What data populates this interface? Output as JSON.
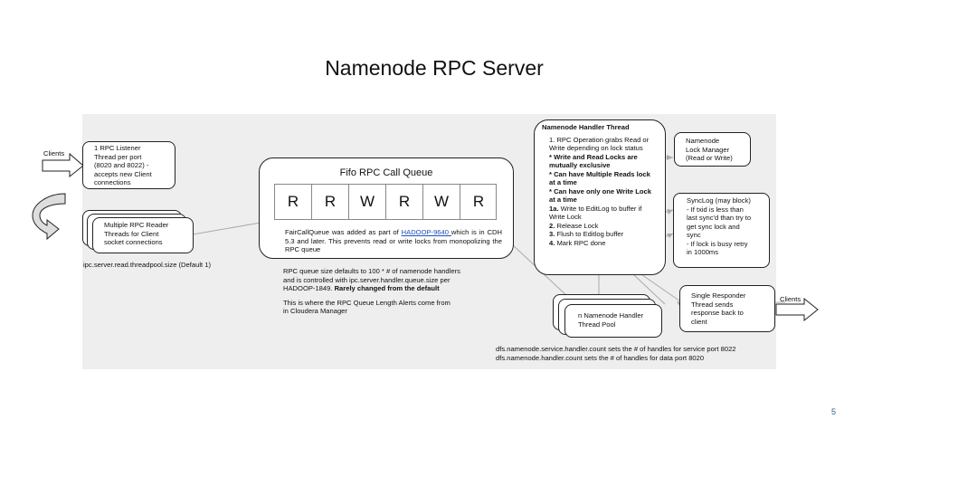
{
  "title": "Namenode RPC Server",
  "page_number": "5",
  "clients_left": "Clients",
  "clients_right": "Clients",
  "listener": [
    "1 RPC Listener",
    "Thread per port",
    "(8020 and 8022) -",
    "accepts new Client",
    "connections"
  ],
  "readers": [
    "Multiple RPC Reader",
    "Threads for Client",
    "socket connections"
  ],
  "readers_note": "ipc.server.read.threadpool.size   (Default 1)",
  "queue": {
    "title": "Fifo RPC Call Queue",
    "cells": [
      "R",
      "R",
      "W",
      "R",
      "W",
      "R"
    ],
    "note_prefix": "FairCallQueue  was  added  as part of ",
    "note_link": "HADOOP-9640 ",
    "note_suffix": "which  is in CDH 5.3 and later.  This prevents  read or write locks from monopolizing  the RPC queue"
  },
  "queue_info": {
    "line1": "RPC queue size defaults  to 100  * # of namenode  handlers",
    "line2": "and is controlled with ipc.server.handler.queue.size   per",
    "line3_prefix": "HADOOP-1849.  ",
    "line3_bold": "Rarely changed from the default",
    "line4": "This is where the RPC Queue Length Alerts come from",
    "line5": "in Cloudera Manager"
  },
  "handler_thread": {
    "title": "Namenode Handler Thread",
    "step1": "1. RPC Operation  grabs Read or Write depending  on lock status",
    "bold1": "* Write and Read Locks are mutually exclusive",
    "bold2": "* Can have Multiple Reads lock at a time",
    "bold3": "* Can have only one Write Lock at a time",
    "step1a_label": "1a.",
    "step1a": " Write to EditLog to buffer  if Write Lock",
    "step2_label": "2.",
    "step2": " Release Lock",
    "step3_label": "3.",
    "step3": " Flush to Editlog  buffer",
    "step4_label": "4.",
    "step4": " Mark RPC done"
  },
  "lock_manager": [
    "Namenode",
    "Lock Manager",
    "(Read or Write)"
  ],
  "synclog": [
    "SyncLog  (may block)",
    "- If txid is less than",
    "last sync'd  than try to",
    "get sync  lock and",
    "sync",
    "- If lock is busy retry",
    "in 1000ms"
  ],
  "responder": [
    "Single Responder",
    "Thread sends",
    "response back to",
    "client"
  ],
  "handler_pool": [
    "n Namenode  Handler",
    "Thread Pool"
  ],
  "handler_counts": {
    "line1": "dfs.namenode.service.handler.count   sets the # of handles  for service port 8022",
    "line2": "dfs.namenode.handler.count   sets the # of handles  for data port 8020"
  },
  "colors": {
    "panel": "#eeeeee",
    "connector": "#aaaaaa",
    "border": "#222222",
    "link": "#1f4fb8",
    "page_number": "#2e5c8a"
  }
}
